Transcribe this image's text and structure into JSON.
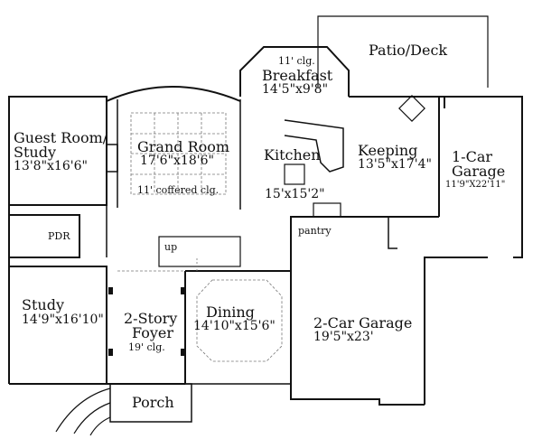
{
  "rooms": {
    "patio": {
      "name": "Patio/Deck"
    },
    "breakfast": {
      "ceiling": "11' clg.",
      "name": "Breakfast",
      "dims": "14'5\"x9'8\""
    },
    "guest": {
      "name1": "Guest Room/",
      "name2": "Study",
      "dims": "13'8\"x16'6\""
    },
    "grand": {
      "name": "Grand Room",
      "dims": "17'6\"x18'6\"",
      "ceiling": "11' coffered clg."
    },
    "kitchen": {
      "name": "Kitchen",
      "dims": "15'x15'2\""
    },
    "keeping": {
      "name": "Keeping",
      "dims": "13'5\"x17'4\""
    },
    "garage1": {
      "name1": "1-Car",
      "name2": "Garage",
      "dims": "11'9\"X22'11\""
    },
    "pdr": {
      "name": "PDR"
    },
    "pantry": {
      "name": "pantry"
    },
    "stairs": {
      "label": "up"
    },
    "study": {
      "name": "Study",
      "dims": "14'9\"x16'10\""
    },
    "foyer": {
      "name1": "2-Story",
      "name2": "Foyer",
      "ceiling": "19' clg."
    },
    "dining": {
      "name": "Dining",
      "dims": "14'10\"x15'6\""
    },
    "garage2": {
      "name": "2-Car Garage",
      "dims": "19'5\"x23'"
    },
    "porch": {
      "name": "Porch"
    }
  }
}
